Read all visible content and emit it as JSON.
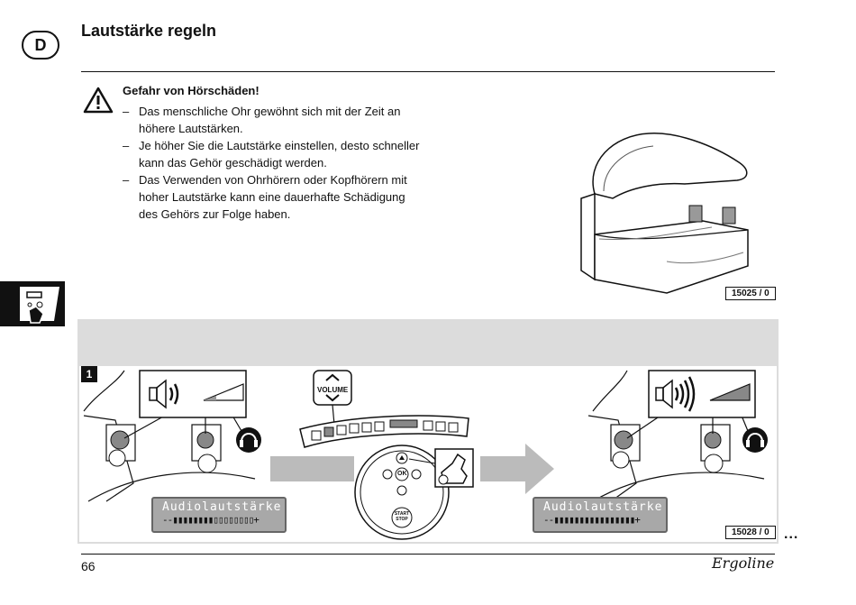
{
  "header": {
    "lang_badge": "D",
    "title": "Lautstärke regeln"
  },
  "warning": {
    "icon": "warning-triangle-icon",
    "heading": "Gefahr von Hörschäden!",
    "bullets": [
      {
        "dash": "–",
        "text": "Das menschliche Ohr gewöhnt sich mit der Zeit an höhere Lautstärken."
      },
      {
        "dash": "–",
        "text": "Je höher Sie die Lautstärke einstellen, desto schneller kann das Gehör geschädigt werden."
      },
      {
        "dash": "–",
        "text": "Das Verwenden von Ohrhörern oder Kopfhörern mit hoher Lautstärke kann eine dauerhafte Schädigung des Gehörs zur Folge haben."
      }
    ]
  },
  "top_figure": {
    "figure_no": "15025 / 0"
  },
  "step_figure": {
    "step": "1",
    "volume_label": "VOLUME",
    "ok_label": "OK",
    "start_stop_line1": "START",
    "start_stop_line2": "STOP",
    "lcd_left": {
      "line1": "Audiolautstärke",
      "line2": "--▮▮▮▮▮▮▮▮▯▯▯▯▯▯▯▯+"
    },
    "lcd_right": {
      "line1": "Audiolautstärke",
      "line2": "--▮▮▮▮▮▮▮▮▮▮▮▮▮▮▮▮+"
    },
    "figure_no": "15028 / 0"
  },
  "footer": {
    "page": "66",
    "brand": "Ergoline",
    "more": "..."
  }
}
